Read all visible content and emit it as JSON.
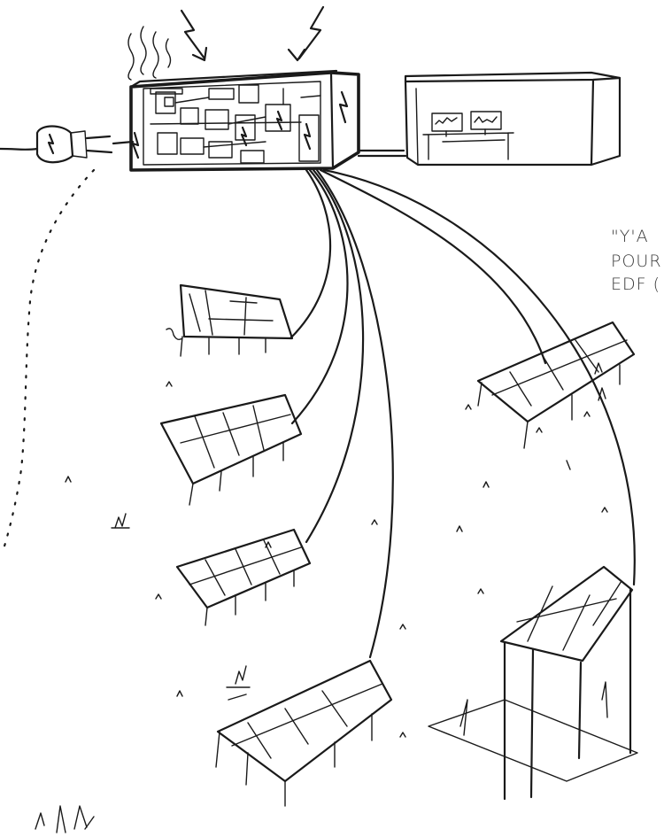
{
  "annotation": {
    "line1": "\"Y'A",
    "line2": "POUR",
    "line3": "EDF ("
  },
  "icons": [
    "lightning-bolt-icon",
    "plug-icon",
    "heat-waves-icon",
    "monitor-icon"
  ],
  "colors": {
    "ink": "#1a1a1a",
    "paper": "#ffffff"
  }
}
